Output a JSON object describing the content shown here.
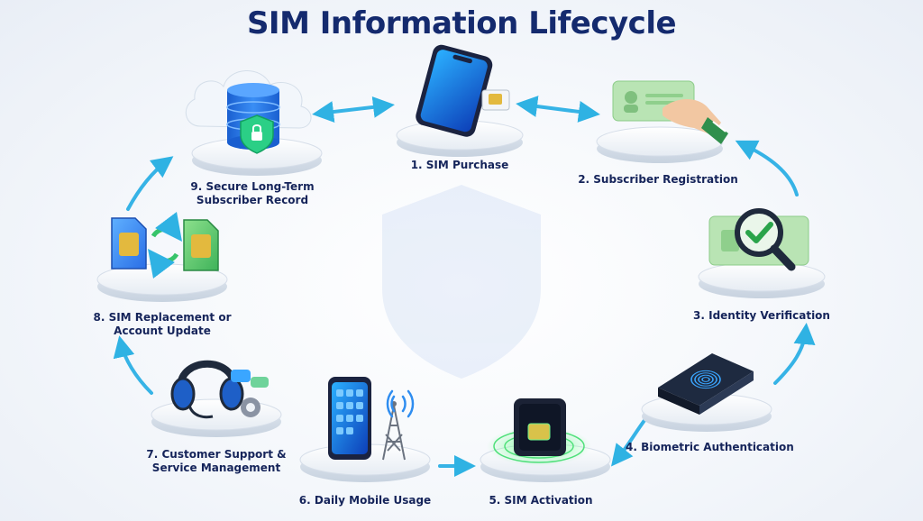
{
  "title": "SIM Information Lifecycle",
  "steps": [
    {
      "label": "1. SIM Purchase",
      "icon": "smartphone-sim-icon"
    },
    {
      "label": "2. Subscriber Registration",
      "icon": "id-card-hand-icon"
    },
    {
      "label": "3. Identity Verification",
      "icon": "magnifier-check-icon"
    },
    {
      "label": "4. Biometric Authentication",
      "icon": "fingerprint-scanner-icon"
    },
    {
      "label": "5. SIM Activation",
      "icon": "sim-chip-glow-icon"
    },
    {
      "label": "6. Daily Mobile Usage",
      "icon": "phone-tower-icon"
    },
    {
      "label": "7. Customer Support & Service Management",
      "line1": "7. Customer Support &",
      "line2": "Service Management",
      "icon": "headset-chat-icon"
    },
    {
      "label": "8. SIM Replacement or Account Update",
      "line1": "8. SIM Replacement or",
      "line2": "Account Update",
      "icon": "sim-swap-icon"
    },
    {
      "label": "9. Secure Long-Term Subscriber Record",
      "line1": "9. Secure Long-Term",
      "line2": "Subscriber Record",
      "icon": "cloud-database-shield-icon"
    }
  ],
  "colors": {
    "title": "#142a6e",
    "accent_blue": "#1e6fe0",
    "accent_green": "#2ecf8a",
    "arrow": "#3ab7e8"
  }
}
